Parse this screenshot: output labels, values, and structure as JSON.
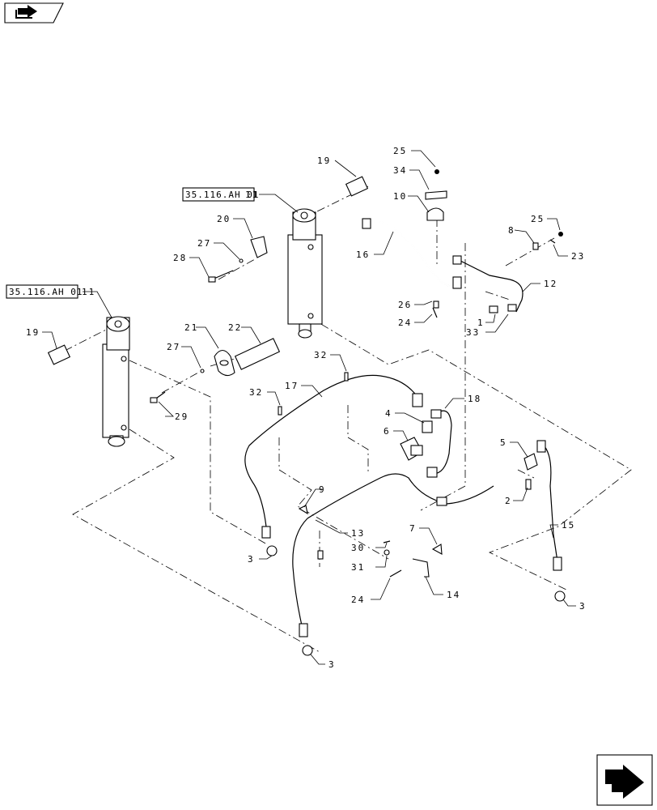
{
  "refs": [
    "35.116.AH 01",
    "35.116.AH 01"
  ],
  "callouts": {
    "c1": "1",
    "c2": "2",
    "c3a": "3",
    "c3b": "3",
    "c3c": "3",
    "c4": "4",
    "c5": "5",
    "c6": "6",
    "c7": "7",
    "c8": "8",
    "c9": "9",
    "c10": "10",
    "c11a": "11",
    "c11b": "11",
    "c12": "12",
    "c13": "13",
    "c14": "14",
    "c15": "15",
    "c16": "16",
    "c17": "17",
    "c18": "18",
    "c19a": "19",
    "c19b": "19",
    "c20": "20",
    "c21": "21",
    "c22": "22",
    "c23": "23",
    "c24a": "24",
    "c24b": "24",
    "c25a": "25",
    "c25b": "25",
    "c26": "26",
    "c27a": "27",
    "c27b": "27",
    "c28": "28",
    "c29": "29",
    "c30": "30",
    "c31": "31",
    "c32a": "32",
    "c32b": "32",
    "c33": "33",
    "c34": "34"
  }
}
